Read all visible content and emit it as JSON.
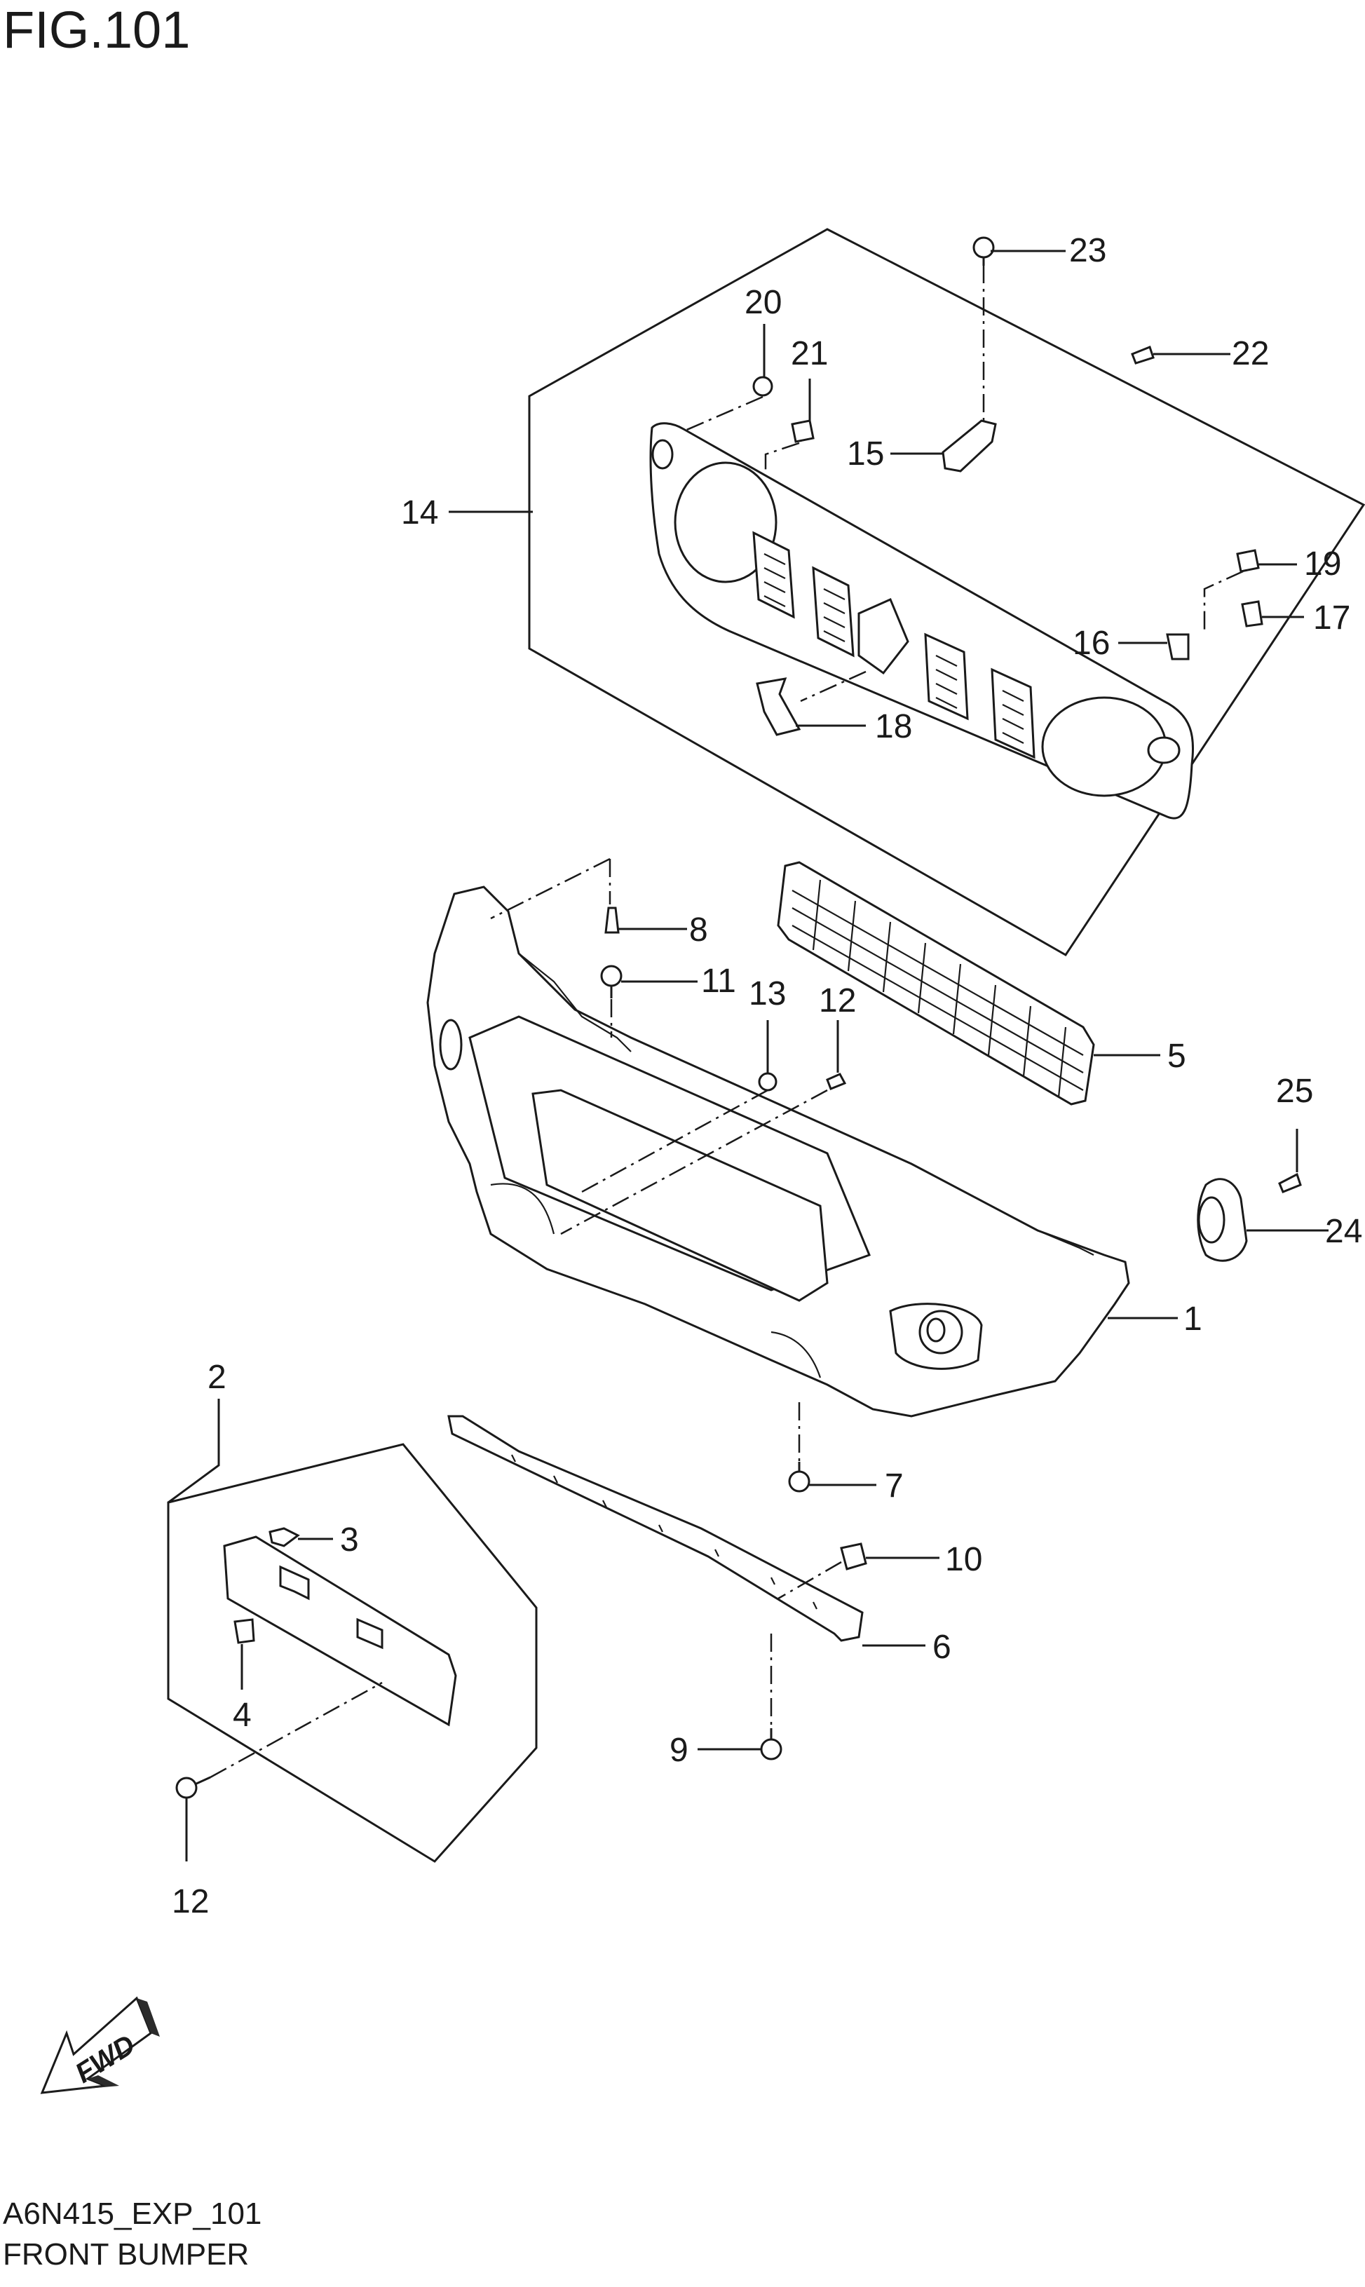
{
  "header": {
    "figure_title": "FIG.101"
  },
  "footer": {
    "code": "A6N415_EXP_101",
    "caption": "FRONT BUMPER"
  },
  "fwd_label": "FWD",
  "callouts": {
    "c1": "1",
    "c2": "2",
    "c3": "3",
    "c4": "4",
    "c5": "5",
    "c6": "6",
    "c7": "7",
    "c8": "8",
    "c9": "9",
    "c10": "10",
    "c11": "11",
    "c12a": "12",
    "c12b": "12",
    "c13": "13",
    "c14": "14",
    "c15": "15",
    "c16": "16",
    "c17": "17",
    "c18": "18",
    "c19": "19",
    "c20": "20",
    "c21": "21",
    "c22": "22",
    "c23": "23",
    "c24": "24",
    "c25": "25"
  }
}
